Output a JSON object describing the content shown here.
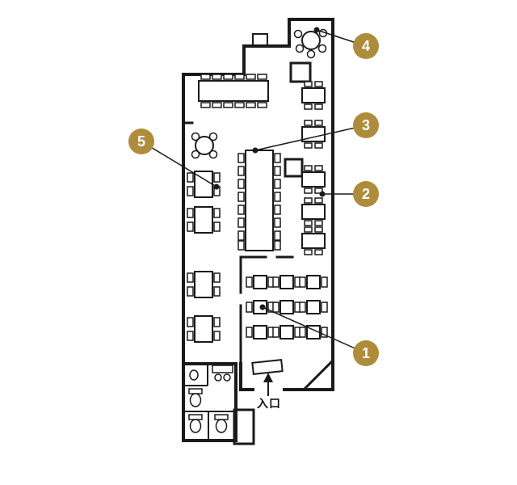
{
  "plan": {
    "entrance_label": "入口",
    "markers": [
      {
        "label": "1"
      },
      {
        "label": "2"
      },
      {
        "label": "3"
      },
      {
        "label": "4"
      },
      {
        "label": "5"
      }
    ],
    "colors": {
      "marker_fill": "#AE8C3C",
      "marker_text": "#FFFFFF",
      "line": "#1A1A1A",
      "background": "#FFFFFF"
    }
  }
}
